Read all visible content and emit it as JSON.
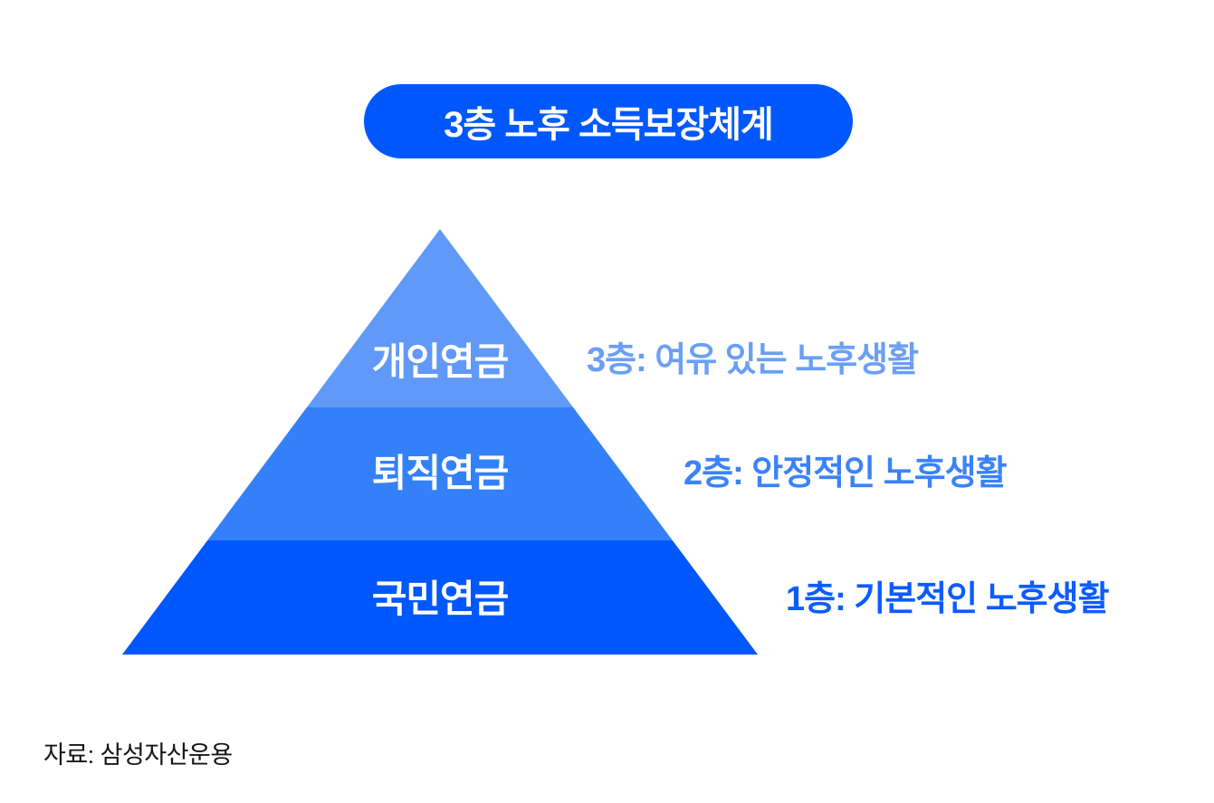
{
  "title": {
    "label": "3층 노후 소득보장체계",
    "bg_color": "#0057FB",
    "text_color": "#FFFFFF"
  },
  "pyramid": {
    "layers": [
      {
        "tier": "3층",
        "label": "개인연금",
        "color": "#6199F8"
      },
      {
        "tier": "2층",
        "label": "퇴직연금",
        "color": "#3380F8"
      },
      {
        "tier": "1층",
        "label": "국민연금",
        "color": "#0057FB"
      }
    ]
  },
  "annotations": [
    {
      "tier": "3층",
      "label": "3층: 여유 있는 노후생활",
      "color": "#6B9FF5"
    },
    {
      "tier": "2층",
      "label": "2층: 안정적인 노후생활",
      "color": "#3B82F7"
    },
    {
      "tier": "1층",
      "label": "1층: 기본적인 노후생활",
      "color": "#0B5CFF"
    }
  ],
  "source": {
    "label": "자료: 삼성자산운용",
    "color": "#161616"
  }
}
